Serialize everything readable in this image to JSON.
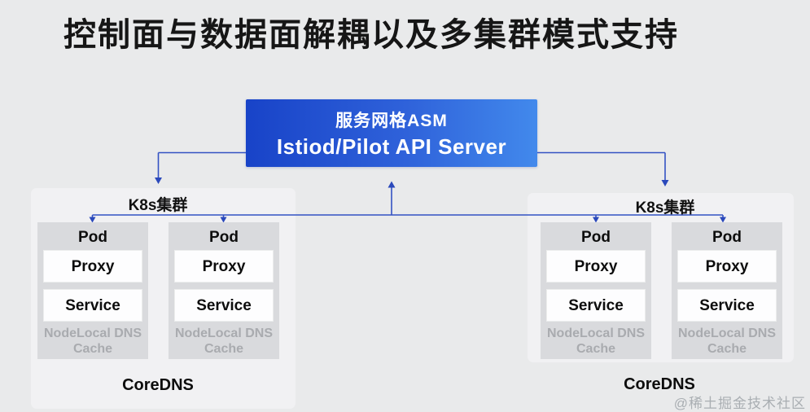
{
  "title": "控制面与数据面解耦以及多集群模式支持",
  "asm": {
    "line1": "服务网格ASM",
    "line2": "Istiod/Pilot API Server"
  },
  "clusters": [
    {
      "label": "K8s集群",
      "coredns_label": "CoreDNS",
      "pods": [
        {
          "title": "Pod",
          "proxy": "Proxy",
          "service": "Service",
          "dns": "NodeLocal DNS Cache"
        },
        {
          "title": "Pod",
          "proxy": "Proxy",
          "service": "Service",
          "dns": "NodeLocal DNS Cache"
        }
      ]
    },
    {
      "label": "K8s集群",
      "coredns_label": "CoreDNS",
      "pods": [
        {
          "title": "Pod",
          "proxy": "Proxy",
          "service": "Service",
          "dns": "NodeLocal DNS Cache"
        },
        {
          "title": "Pod",
          "proxy": "Proxy",
          "service": "Service",
          "dns": "NodeLocal DNS Cache"
        }
      ]
    }
  ],
  "watermark": "@稀土掘金技术社区",
  "colors": {
    "background": "#e9eaeb",
    "asm_gradient_start": "#1843c8",
    "asm_gradient_end": "#4289ec",
    "connector_blue": "#3352c3",
    "pod_background": "#d9dadd",
    "inner_box_background": "#fdfdfe",
    "dns_text_gray": "#a9abaf",
    "title_text": "#161616"
  }
}
